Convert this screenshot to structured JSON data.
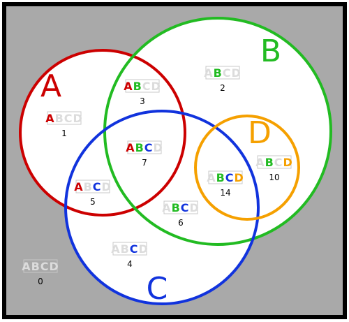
{
  "diagram": {
    "type": "venn",
    "background_color": "#a9a9a9",
    "inside_color": "#ffffff",
    "border_color": "#000000",
    "inactive_letter_color": "#dcdcdc",
    "sets": [
      {
        "name": "A",
        "color": "#cc0000"
      },
      {
        "name": "B",
        "color": "#22bb22"
      },
      {
        "name": "C",
        "color": "#1133dd"
      },
      {
        "name": "D",
        "color": "#f5a000"
      }
    ],
    "regions": [
      {
        "number": "0",
        "members": ""
      },
      {
        "number": "1",
        "members": "A"
      },
      {
        "number": "2",
        "members": "B"
      },
      {
        "number": "3",
        "members": "AB"
      },
      {
        "number": "4",
        "members": "C"
      },
      {
        "number": "5",
        "members": "AC"
      },
      {
        "number": "6",
        "members": "BC"
      },
      {
        "number": "7",
        "members": "ABC"
      },
      {
        "number": "10",
        "members": "BD"
      },
      {
        "number": "14",
        "members": "BCD"
      }
    ]
  }
}
